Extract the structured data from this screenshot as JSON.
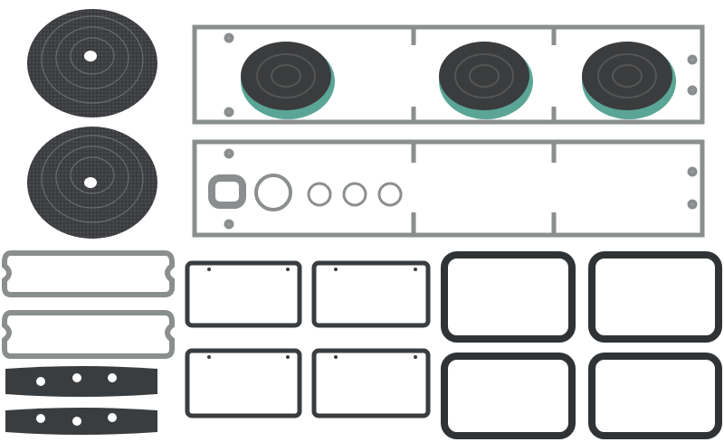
{
  "colors": {
    "background": "#ffffff",
    "foam": "#3e3f42",
    "gray_gasket": "#8b8e8f",
    "dark_gasket": "#2f3336",
    "tape_liner": "#5aa596"
  },
  "items": {
    "foam_rolls": 2,
    "tape_rolls": 3,
    "frame_gaskets": 2,
    "rings": 5,
    "lens_gaskets": 2,
    "pads": 2,
    "thin_rect_gaskets": 4,
    "thick_rect_gaskets": 4
  }
}
